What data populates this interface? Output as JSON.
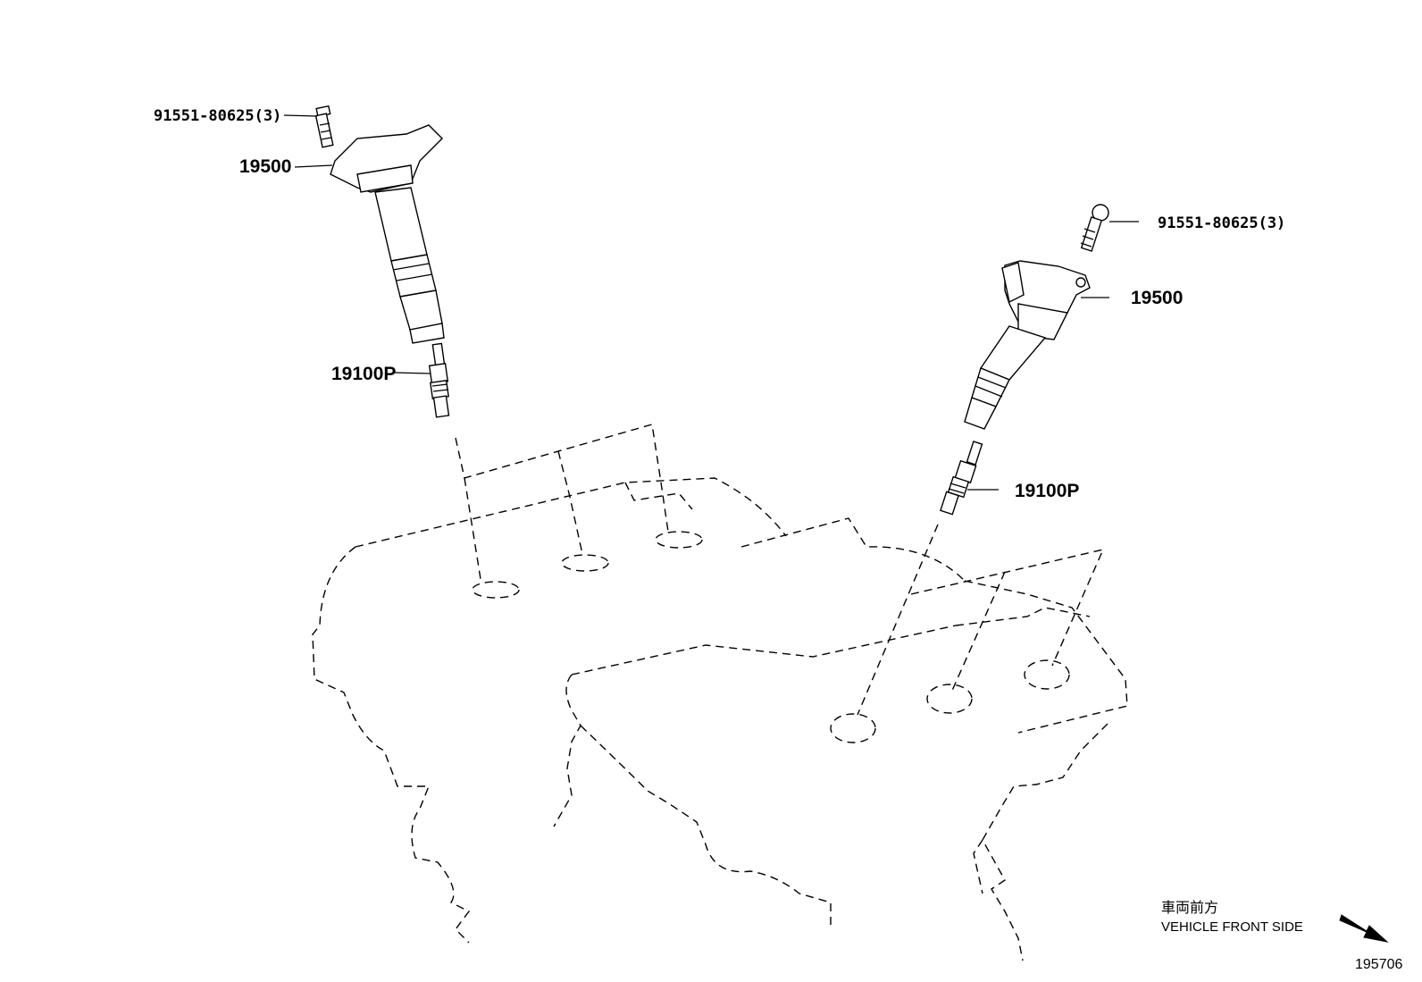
{
  "labels": {
    "bolt_left": "91551-80625(3)",
    "coil_left": "19500",
    "plug_left": "19100P",
    "bolt_right": "91551-80625(3)",
    "coil_right": "19500",
    "plug_right": "19100P"
  },
  "legend": {
    "japanese": "車両前方",
    "english": "VEHICLE FRONT SIDE"
  },
  "figure_number": "195706"
}
